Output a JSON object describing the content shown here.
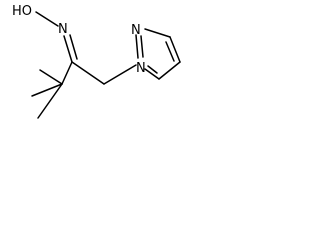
{
  "molecule": {
    "labels": {
      "hydroxyl": "HO",
      "oxime_nitrogen": "N",
      "pyrazole_n1": "N",
      "pyrazole_n2": "N"
    }
  }
}
